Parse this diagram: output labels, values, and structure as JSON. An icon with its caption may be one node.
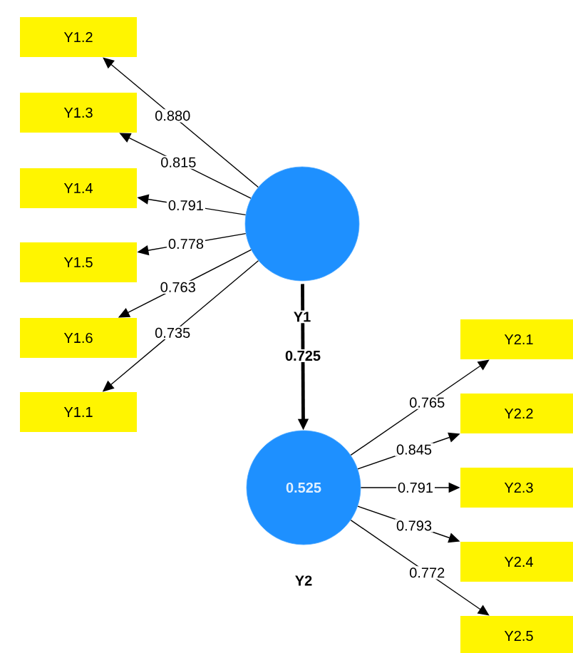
{
  "diagram": {
    "nodes": [
      {
        "text": [
          "Y1.2"
        ]
      },
      {
        "text": [
          "Y1.3"
        ]
      },
      {
        "text": [
          "Y1.4"
        ]
      },
      {
        "text": [
          "Y1.5"
        ]
      },
      {
        "text": [
          "Y1.6"
        ]
      },
      {
        "text": [
          "Y1.1"
        ]
      },
      {
        "text": [],
        "shape": "circle",
        "beside": [
          "Y1"
        ]
      },
      {
        "text": [
          "0.525"
        ],
        "beside": [
          "Y2"
        ]
      },
      {
        "text": [
          "Y2.1"
        ]
      },
      {
        "text": [
          "Y2.2"
        ]
      },
      {
        "text": [
          "Y2.3"
        ]
      },
      {
        "text": [
          "Y2.4"
        ]
      },
      {
        "text": [
          "Y2.5"
        ]
      }
    ],
    "edges": [
      {
        "from": 6,
        "to": 0,
        "arrow": "to",
        "label": "0.880"
      },
      {
        "from": 6,
        "to": 1,
        "arrow": "to",
        "label": "0.815"
      },
      {
        "from": 6,
        "to": 2,
        "arrow": "to",
        "label": "0.791"
      },
      {
        "from": 6,
        "to": 3,
        "arrow": "to",
        "label": "0.778"
      },
      {
        "from": 6,
        "to": 4,
        "arrow": "to",
        "label": "0.763"
      },
      {
        "from": 6,
        "to": 5,
        "arrow": "to",
        "label": "0.735"
      },
      {
        "from": 6,
        "to": 7,
        "arrow": "to",
        "label": "0.725",
        "style": "thick"
      },
      {
        "from": 7,
        "to": 8,
        "arrow": "to",
        "label": "0.765"
      },
      {
        "from": 7,
        "to": 9,
        "arrow": "to",
        "label": "0.845"
      },
      {
        "from": 7,
        "to": 10,
        "arrow": "to",
        "label": "0.791"
      },
      {
        "from": 7,
        "to": 11,
        "arrow": "to",
        "label": "0.793"
      },
      {
        "from": 7,
        "to": 12,
        "arrow": "to",
        "label": "0.772"
      }
    ]
  }
}
